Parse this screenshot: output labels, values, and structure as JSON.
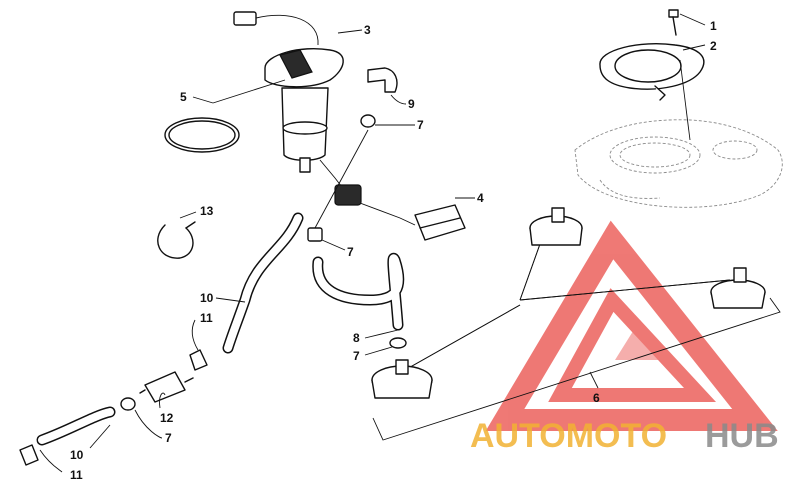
{
  "callouts": [
    {
      "id": "c1",
      "label": "1"
    },
    {
      "id": "c2",
      "label": "2"
    },
    {
      "id": "c3",
      "label": "3"
    },
    {
      "id": "c4",
      "label": "4"
    },
    {
      "id": "c5",
      "label": "5"
    },
    {
      "id": "c6",
      "label": "6"
    },
    {
      "id": "c7a",
      "label": "7"
    },
    {
      "id": "c7b",
      "label": "7"
    },
    {
      "id": "c7c",
      "label": "7"
    },
    {
      "id": "c7d",
      "label": "7"
    },
    {
      "id": "c8",
      "label": "8"
    },
    {
      "id": "c9",
      "label": "9"
    },
    {
      "id": "c10a",
      "label": "10"
    },
    {
      "id": "c10b",
      "label": "10"
    },
    {
      "id": "c11a",
      "label": "11"
    },
    {
      "id": "c11b",
      "label": "11"
    },
    {
      "id": "c12",
      "label": "12"
    },
    {
      "id": "c13",
      "label": "13"
    }
  ],
  "watermark": {
    "part_a": "AUTOMOTO",
    "part_b": "HUB",
    "color_a": "#f2b233",
    "color_b": "#8a8a8a",
    "logo_color": "#e8403a"
  }
}
